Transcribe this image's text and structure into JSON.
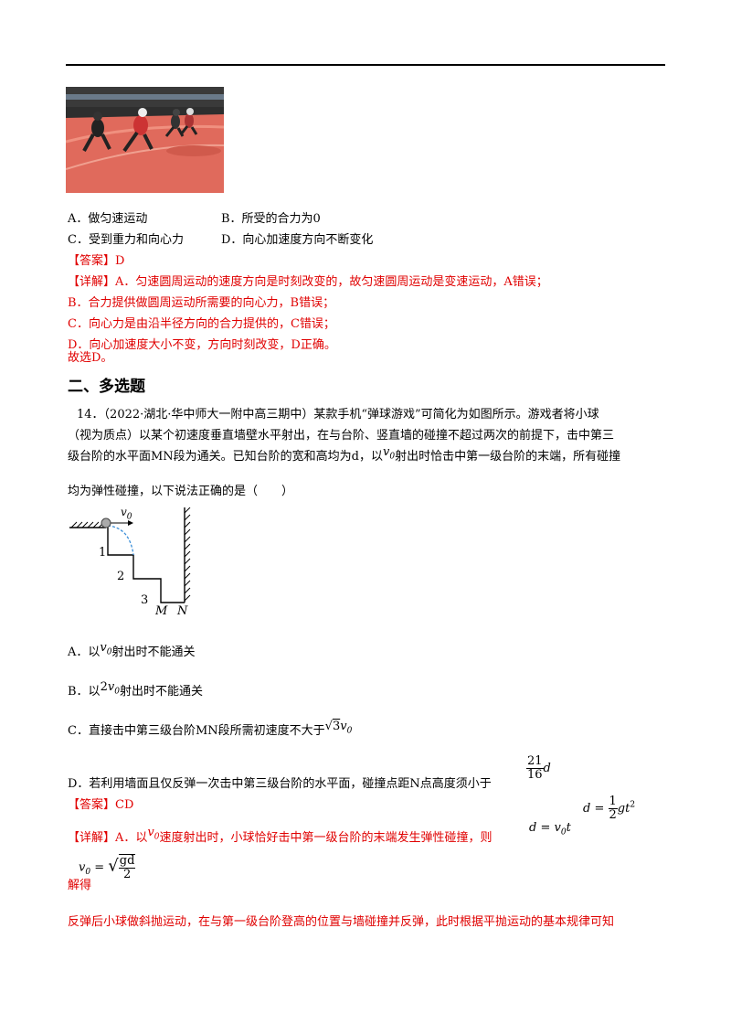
{
  "prev_question": {
    "options": {
      "A": "A．做匀速运动",
      "B": "B．所受的合力为0",
      "C": "C．受到重力和向心力",
      "D": "D．向心加速度方向不断变化"
    },
    "answer": "【答案】D",
    "detail": [
      "【详解】A．匀速圆周运动的速度方向是时刻改变的，故匀速圆周运动是变速运动，A错误；",
      "B．合力提供做圆周运动所需要的向心力，B错误；",
      "C．向心力是由沿半径方向的合力提供的，C错误；",
      "D．向心加速度大小不变，方向时刻改变，D正确。",
      "故选D。"
    ]
  },
  "section_title": "二、多选题",
  "q14": {
    "stem": [
      "14．（2022·湖北·华中师大一附中高三期中）某款手机“弹球游戏”可简化为如图所示。游戏者将小球",
      "（视为质点）以某个初速度垂直墙壁水平射出，在与台阶、竖直墙的碰撞不超过两次的前提下，击中第三",
      "级台阶的水平面MN段为通关。已知台阶的宽和高均为d，以",
      "射出时恰击中第一级台阶的末端，所有碰撞",
      "均为弹性碰撞，以下说法正确的是（　　）"
    ],
    "figure": {
      "v0": "v",
      "sub0": "0",
      "step1": "1",
      "step2": "2",
      "step3": "3",
      "M": "M",
      "N": "N"
    },
    "options": {
      "A_pre": "A．以",
      "A_post": "射出时不能通关",
      "B_pre": "B．以",
      "B_post": "射出时不能通关",
      "C_pre": "C．直接击中第三级台阶MN段所需初速度不大于",
      "D_pre": "D．若利用墙面且仅反弹一次击中第三级台阶的水平面，碰撞点距N点高度须小于"
    },
    "answer": "【答案】CD",
    "detail_a_pre": "【详解】A．以",
    "detail_a_post": "速度射出时，小球恰好击中第一级台阶的末端发生弹性碰撞，则",
    "solve_label": "解得",
    "last_line": "反弹后小球做斜抛运动，在与第一级台阶登高的位置与墙碰撞并反弹，此时根据平抛运动的基本规律可知"
  },
  "math": {
    "v": "v",
    "zero": "0",
    "two": "2",
    "three": "3",
    "d": "d",
    "t": "t",
    "g": "g",
    "eq": " = ",
    "half_n": "1",
    "half_d": "2",
    "gd": "gd",
    "frac21": "21",
    "frac16": "16",
    "sq": "2"
  }
}
